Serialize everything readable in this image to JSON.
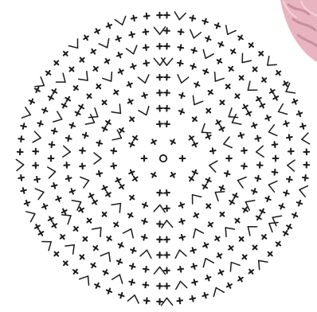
{
  "diagram": {
    "type": "crochet-stitch-chart",
    "shape": "circle",
    "wedges": 6,
    "rounds": 9,
    "center_symbol": "ring",
    "stitch_symbol": "single-crochet-x",
    "increase_symbol": "v-increase",
    "colors": {
      "background": "#ffffff",
      "stitch": "#1a1a1a",
      "yarn_photo": "#e8b4c0",
      "yarn_shadow": "#c98e9e"
    },
    "icons": {
      "center": "magic-ring-icon",
      "yarn": "yarn-photo-icon"
    }
  }
}
